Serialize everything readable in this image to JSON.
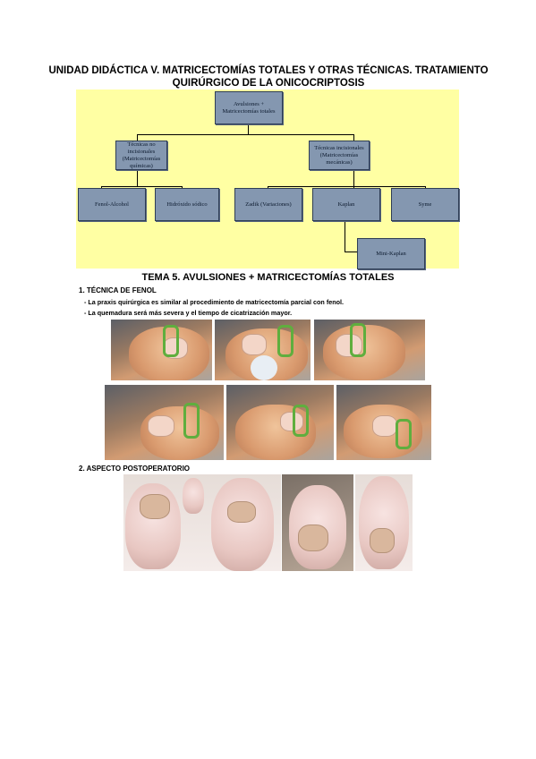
{
  "header": {
    "line1": "UNIDAD DIDÁCTICA V. MATRICECTOMÍAS TOTALES Y OTRAS TÉCNICAS. TRATAMIENTO",
    "line2": "QUIRÚRGICO DE LA ONICOCRIPTOSIS"
  },
  "diagram": {
    "root": "Avulsiones + Matricectomías totales",
    "left": "Técnicas no incisionales (Matricectomías químicas)",
    "right": "Técnicas incisionales (Matricectomías mecánicas)",
    "fenol": "Fenol-Alcohol",
    "hidroxido": "Hidróxido sódico",
    "zadik": "Zadik (Variaciones)",
    "kaplan": "Kaplan",
    "syme": "Syme",
    "minikaplan": "Mini-Kaplan"
  },
  "section": {
    "title": "TEMA 5. AVULSIONES + MATRICECTOMÍAS TOTALES"
  },
  "s1": {
    "heading": "1.    TÉCNICA DE FENOL",
    "bullets": [
      "-      La praxis quirúrgica es similar al procedimiento de matricectomía parcial con fenol.",
      "-      La quemadura será más severa y el tiempo de cicatrización mayor."
    ]
  },
  "s2": {
    "heading": "2.    ASPECTO POSTOPERATORIO"
  }
}
